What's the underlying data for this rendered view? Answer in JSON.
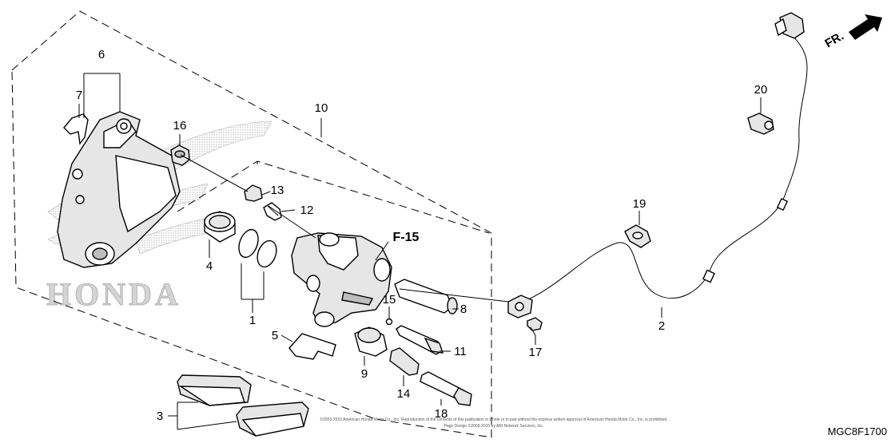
{
  "diagram": {
    "callouts": {
      "p1": "1",
      "p2": "2",
      "p3": "3",
      "p4": "4",
      "p5": "5",
      "p6": "6",
      "p7": "7",
      "p8": "8",
      "p9": "9",
      "p10": "10",
      "p11": "11",
      "p12": "12",
      "p13": "13",
      "p14": "14",
      "p15": "15",
      "p16": "16",
      "p17": "17",
      "p18": "18",
      "p19": "19",
      "p20": "20"
    },
    "reference_label": "F-15",
    "front_indicator": "FR.",
    "watermark": "HONDA",
    "figure_code": "MGC8F1700",
    "copyright_line1": "©2003-2010 American Honda Motor Co., Inc. Reproduction of the contents of this publication in whole or in part without the express written approval of American Honda Motor Co., Inc. is prohibited.",
    "copyright_line2": "Page Design ©2003-2010 by ARI Network Services, Inc."
  }
}
